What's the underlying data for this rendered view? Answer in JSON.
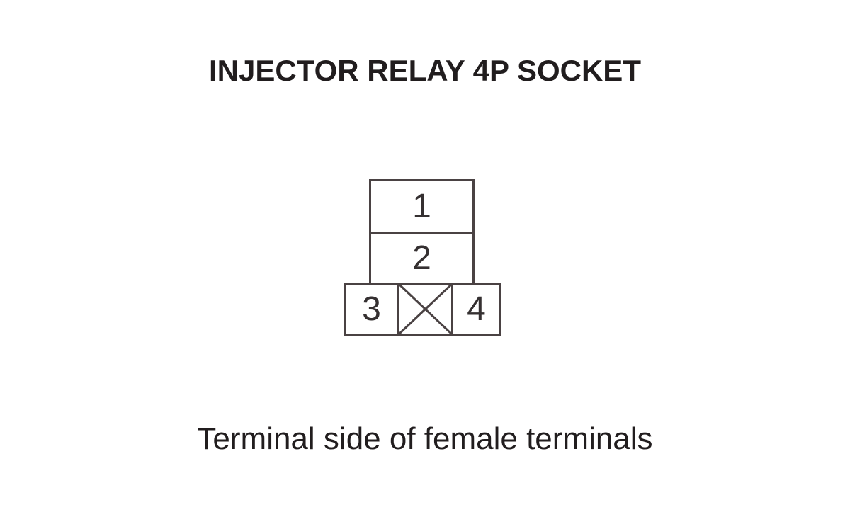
{
  "title": "INJECTOR RELAY 4P SOCKET",
  "caption": "Terminal side of female terminals",
  "connector": {
    "pins": [
      "1",
      "2",
      "3",
      "4"
    ],
    "blocked_cavity_icon": "x-cross",
    "housings": {
      "upper": [
        "1",
        "2"
      ],
      "lower": [
        "3",
        "blocked",
        "4"
      ]
    }
  },
  "colors": {
    "background": "#ffffff",
    "line": "#4a4243",
    "digit": "#353031",
    "text": "#211d1e"
  }
}
